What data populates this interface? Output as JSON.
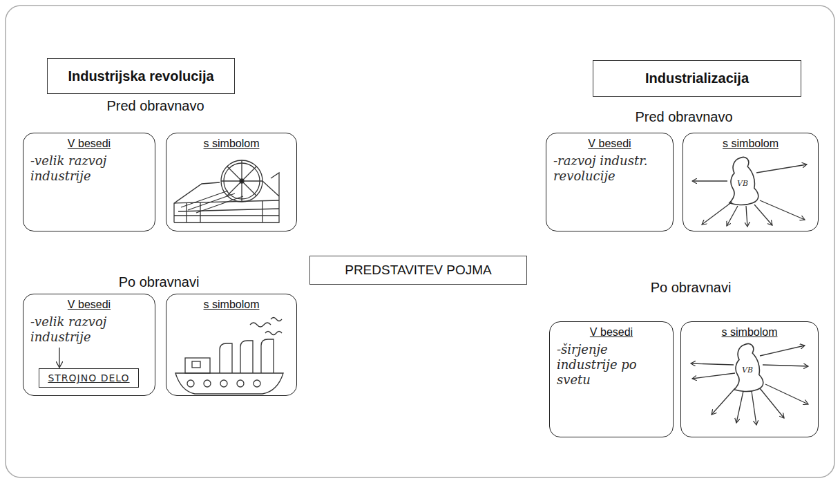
{
  "diagram": {
    "nodes": [
      {
        "text": [
          "Industrijska revolucija"
        ]
      },
      {
        "text": [
          "V besedi",
          "-velik razvoj industrije"
        ]
      },
      {
        "text": [
          "s simbolom"
        ]
      },
      {
        "text": [
          "V besedi",
          "-velik razvoj industrije"
        ]
      },
      {
        "text": [
          "STROJNO DELO"
        ],
        "in": 3
      },
      {
        "text": [
          "s simbolom"
        ]
      },
      {
        "text": [
          "PREDSTAVITEV POJMA"
        ]
      },
      {
        "text": [
          "Industrializacija"
        ]
      },
      {
        "text": [
          "V besedi",
          "-razvoj industr. revolucije"
        ]
      },
      {
        "text": [
          "s simbolom"
        ]
      },
      {
        "text": [
          "V besedi",
          "-širjenje industrije po svetu"
        ]
      },
      {
        "text": [
          "s simbolom"
        ]
      }
    ],
    "edges": [
      {
        "from": 3,
        "to": 4,
        "arrow": "to"
      }
    ],
    "labels": [
      "Pred obravnavo",
      "Po obravnavi",
      "Pred obravnavo",
      "VB",
      "Po obravnavi",
      "VB"
    ]
  }
}
